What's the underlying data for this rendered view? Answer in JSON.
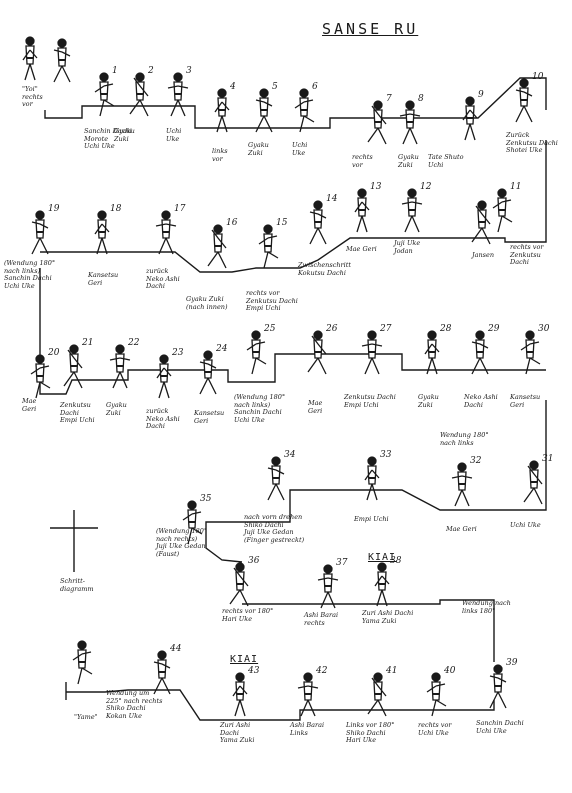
{
  "title": "SANSE RU",
  "steps": [
    {
      "n": "",
      "cap": ""
    },
    {
      "n": "",
      "cap": "\"Yoi\"\nrechts\nvor"
    },
    {
      "n": "1",
      "cap": "Sanchin Dachi\nMorote\nUchi Uke"
    },
    {
      "n": "2",
      "cap": "Gyaku\nZuki"
    },
    {
      "n": "3",
      "cap": "Uchi\nUke"
    },
    {
      "n": "4",
      "cap": "links\nvor"
    },
    {
      "n": "5",
      "cap": "Gyaku\nZuki"
    },
    {
      "n": "6",
      "cap": "Uchi\nUke"
    },
    {
      "n": "7",
      "cap": "rechts\nvor"
    },
    {
      "n": "8",
      "cap": "Gyaku\nZuki"
    },
    {
      "n": "9",
      "cap": "Tate Shuto\nUchi"
    },
    {
      "n": "10",
      "cap": "Zurück\nZenkutsu Dachi\nShotei Uke"
    },
    {
      "n": "11",
      "cap": "rechts vor\nZenkutsu\nDachi"
    },
    {
      "n": "",
      "cap": "Jansen"
    },
    {
      "n": "12",
      "cap": "Juji Uke\nJodan"
    },
    {
      "n": "13",
      "cap": "Mae Geri"
    },
    {
      "n": "14",
      "cap": "Zwischenschritt\nKokutsu Dachi"
    },
    {
      "n": "15",
      "cap": "rechts vor\nZenkutsu Dachi\nEmpi Uchi"
    },
    {
      "n": "16",
      "cap": "Gyaku Zuki\n(nach innen)"
    },
    {
      "n": "17",
      "cap": "zurück\nNeko Ashi\nDachi"
    },
    {
      "n": "18",
      "cap": "Kansetsu\nGeri"
    },
    {
      "n": "19",
      "cap": "(Wendung 180°\nnach links)\nSanchin Dachi\nUchi Uke"
    },
    {
      "n": "20",
      "cap": "Mae\nGeri"
    },
    {
      "n": "21",
      "cap": "Zenkutsu\nDachi\nEmpi Uchi"
    },
    {
      "n": "22",
      "cap": "Gyaku\nZuki"
    },
    {
      "n": "23",
      "cap": "zurück\nNeko Ashi\nDachi"
    },
    {
      "n": "24",
      "cap": "Kansetsu\nGeri"
    },
    {
      "n": "25",
      "cap": "(Wendung 180°\nnach links)\nSanchin Dachi\nUchi Uke"
    },
    {
      "n": "26",
      "cap": "Mae\nGeri"
    },
    {
      "n": "27",
      "cap": "Zenkutsu Dachi\nEmpi Uchi"
    },
    {
      "n": "28",
      "cap": "Gyaku\nZuki"
    },
    {
      "n": "29",
      "cap": "Neko Ashi\nDachi"
    },
    {
      "n": "30",
      "cap": "Kansetsu\nGeri"
    },
    {
      "n": "31",
      "cap": "Uchi Uke"
    },
    {
      "n": "32",
      "cap": "Mae Geri"
    },
    {
      "n": "33",
      "cap": "Empi Uchi"
    },
    {
      "n": "34",
      "cap": "nach vorn drehen\nShiko Dachi\nJuji Uke Gedan\n(Finger gestreckt)"
    },
    {
      "n": "35",
      "cap": "(Wendung 180°\nnach rechts)\nJuji Uke Gedan\n(Faust)"
    },
    {
      "n": "36",
      "cap": "rechts vor 180°\nHari Uke"
    },
    {
      "n": "37",
      "cap": "Ashi Barai\nrechts"
    },
    {
      "n": "38",
      "cap": "Zuri Ashi Dachi\nYama Zuki"
    },
    {
      "n": "39",
      "cap": "Sanchin Dachi\nUchi Uke"
    },
    {
      "n": "40",
      "cap": "rechts vor\nUchi Uke"
    },
    {
      "n": "41",
      "cap": "Links vor 180°\nShiko Dachi\nHari Uke"
    },
    {
      "n": "42",
      "cap": "Ashi Barai\nLinks"
    },
    {
      "n": "43",
      "cap": "Zuri Ashi\nDachi\nYama Zuki"
    },
    {
      "n": "44",
      "cap": "Wendung um\n225° nach rechts\nShiko Dachi\nKokan Uke"
    },
    {
      "n": "",
      "cap": "\"Yame\""
    }
  ],
  "notes": {
    "wendung_30": "Wendung 180°\nnach links",
    "wendung_38": "Wendung nach\nlinks 180°",
    "kiai1": "KIAI",
    "kiai2": "KIAI",
    "schritt": "Schritt-\ndiagramm"
  }
}
